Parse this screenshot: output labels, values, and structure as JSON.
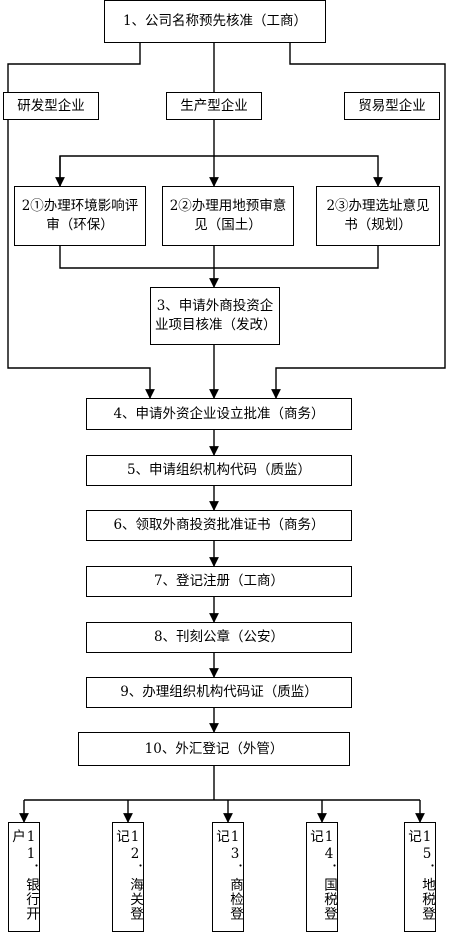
{
  "flowchart": {
    "step1": "1、公司名称预先核准（工商）",
    "types": [
      "研发型企业",
      "生产型企业",
      "贸易型企业"
    ],
    "step2a": "2①办理环境影响评审（环保）",
    "step2b": "2②办理用地预审意见（国土）",
    "step2c": "2③办理选址意见书（规划）",
    "step3": "3、申请外商投资企业项目核准（发改）",
    "step4": "4、申请外资企业设立批准（商务）",
    "step5": "5、申请组织机构代码（质监）",
    "step6": "6、领取外商投资批准证书（商务）",
    "step7": "7、登记注册（工商）",
    "step8": "8、刊刻公章（公安）",
    "step9": "9、办理组织机构代码证（质监）",
    "step10": "10、外汇登记（外管）",
    "final_steps": [
      {
        "num": "11",
        "label": "银行开户"
      },
      {
        "num": "12",
        "label": "海关登记"
      },
      {
        "num": "13",
        "label": "商检登记"
      },
      {
        "num": "14",
        "label": "国税登记"
      },
      {
        "num": "15",
        "label": "地税登记"
      }
    ]
  }
}
